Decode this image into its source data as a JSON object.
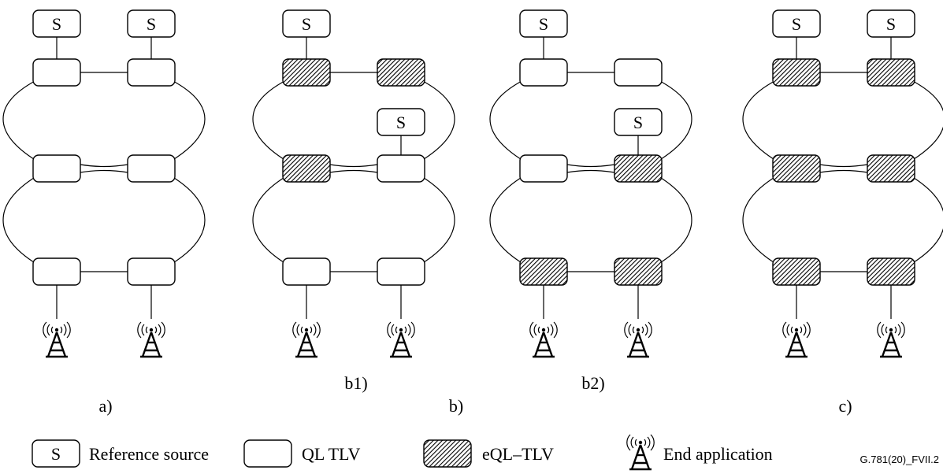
{
  "diagram": {
    "figure_id": "G.781(20)_FVII.2",
    "panel_labels": {
      "a": "a)",
      "b1": "b1)",
      "b": "b)",
      "b2": "b2)",
      "c": "c)"
    },
    "source_letter": "S",
    "node_types": {
      "ql": {
        "name": "QL TLV",
        "fill": "#ffffff"
      },
      "eql": {
        "name": "eQL–TLV",
        "fill": "hatched"
      }
    },
    "legend": {
      "reference_source": "Reference source",
      "ql_tlv": "QL TLV",
      "eql_tlv": "eQL–TLV",
      "end_application": "End application"
    },
    "panels": [
      {
        "id": "a",
        "sources": [
          "top-left",
          "top-right"
        ],
        "nodes": {
          "top": [
            "ql",
            "ql"
          ],
          "mid": [
            "ql",
            "ql"
          ],
          "bot": [
            "ql",
            "ql"
          ]
        }
      },
      {
        "id": "b1",
        "sources": [
          "top-left",
          "mid-right"
        ],
        "nodes": {
          "top": [
            "eql",
            "eql"
          ],
          "mid": [
            "eql",
            "ql"
          ],
          "bot": [
            "ql",
            "ql"
          ]
        }
      },
      {
        "id": "b2",
        "sources": [
          "top-left",
          "mid-right"
        ],
        "nodes": {
          "top": [
            "ql",
            "ql"
          ],
          "mid": [
            "ql",
            "eql"
          ],
          "bot": [
            "eql",
            "eql"
          ]
        }
      },
      {
        "id": "c",
        "sources": [
          "top-left",
          "top-right"
        ],
        "nodes": {
          "top": [
            "eql",
            "eql"
          ],
          "mid": [
            "eql",
            "eql"
          ],
          "bot": [
            "eql",
            "eql"
          ]
        }
      }
    ]
  }
}
